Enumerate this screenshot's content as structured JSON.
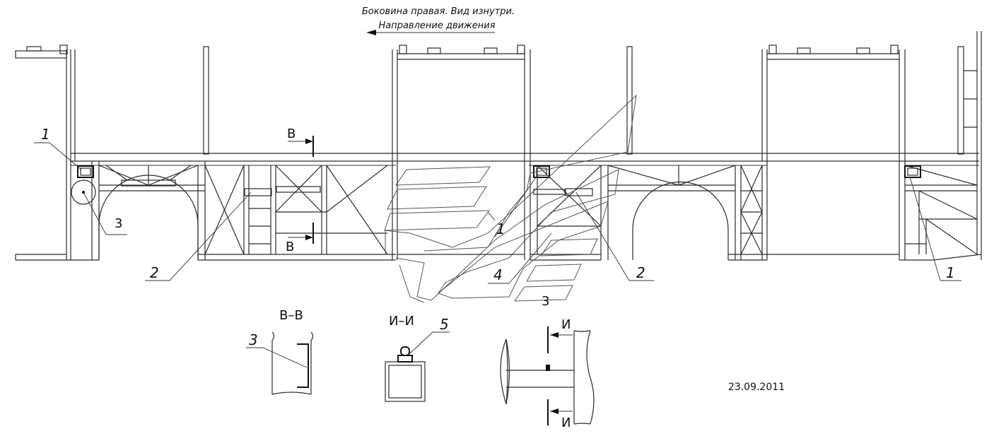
{
  "header": {
    "title_line1": "Боковина правая. Вид изнутри.",
    "title_line2": "Направление движения"
  },
  "labels": {
    "callout_1_left": "1",
    "callout_1_mid": "1",
    "callout_1_right": "1",
    "callout_2_left": "2",
    "callout_2_right": "2",
    "callout_3_left": "3",
    "callout_3_mid": "3",
    "callout_4": "4",
    "callout_5": "5",
    "section_b_top": "В",
    "section_b_bottom": "В",
    "section_i_top": "И",
    "section_i_bottom": "И"
  },
  "sections": {
    "bb_title": "В–В",
    "bb_callout": "3",
    "ii_title": "И–И"
  },
  "date": "23.09.2011"
}
